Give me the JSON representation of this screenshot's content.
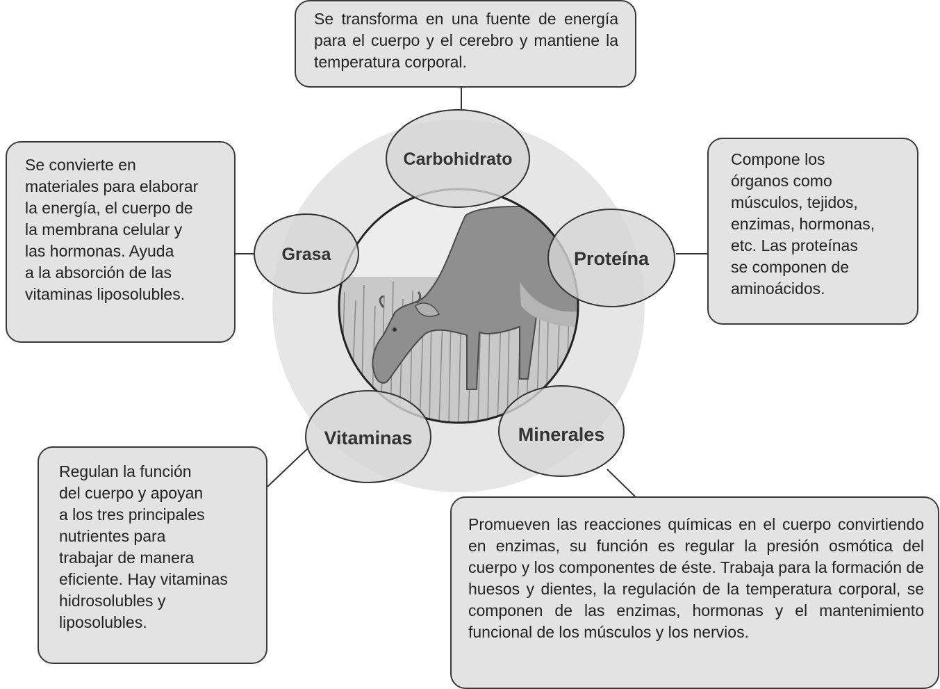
{
  "diagram": {
    "center_image": "grazing-cow-illustration",
    "nutrients": {
      "carbohidrato": {
        "label": "Carbohidrato",
        "description": "Se transforma en una fuente de energía para el cuerpo y el cerebro y mantiene la temperatura corporal."
      },
      "grasa": {
        "label": "Grasa",
        "description_lines": [
          "Se convierte en",
          "materiales para elaborar",
          "la energía, el cuerpo de",
          "la membrana celular y",
          "las hormonas. Ayuda",
          "a la absorción de las",
          "vitaminas liposolubles."
        ]
      },
      "proteina": {
        "label": "Proteína",
        "description_lines": [
          "Compone los",
          "órganos como",
          "músculos, tejidos,",
          "enzimas, hormonas,",
          "etc. Las proteínas",
          "se componen de",
          "aminoácidos."
        ]
      },
      "vitaminas": {
        "label": "Vitaminas",
        "description_lines": [
          "Regulan la función",
          "del cuerpo y apoyan",
          "a los tres principales",
          "nutrientes para",
          "trabajar de manera",
          "eficiente. Hay vitaminas",
          "hidrosolubles y",
          "liposolubles."
        ]
      },
      "minerales": {
        "label": "Minerales",
        "description": "Promueven las reacciones químicas en el cuerpo convirtiendo en enzimas, su función es regular la presión osmótica del cuerpo y los componentes de éste. Trabaja para la formación de huesos y dientes, la regulación de la temperatura corporal, se componen de las enzimas, hormonas y el mantenimiento funcional de los músculos y los nervios."
      }
    },
    "colors": {
      "box_fill": "#e3e3e3",
      "ellipse_fill": "#d6d6d6",
      "halo_fill": "#e6e6e6",
      "outline": "#333333"
    }
  }
}
